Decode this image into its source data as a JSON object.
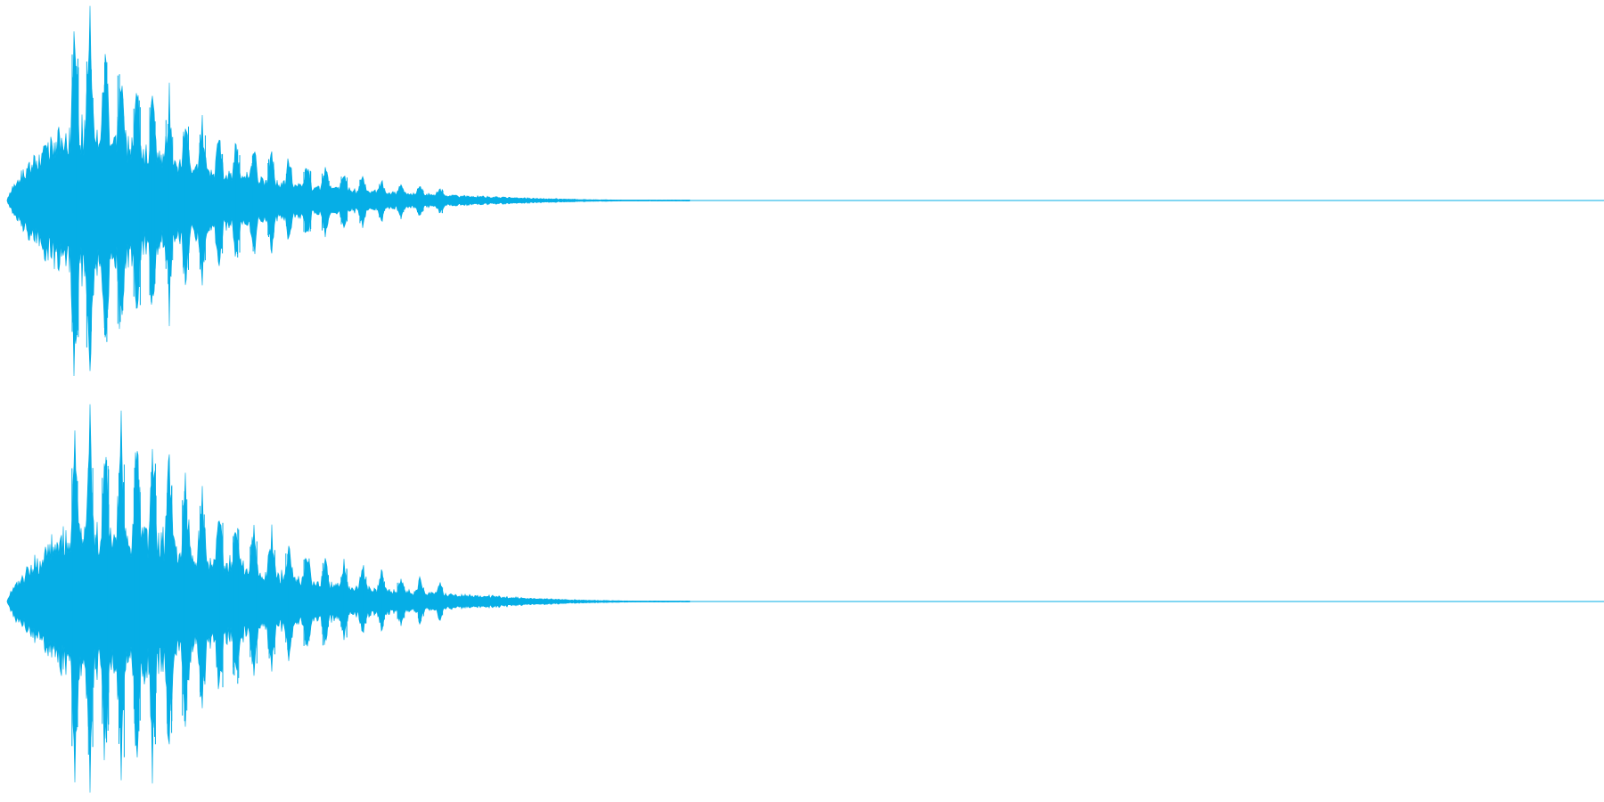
{
  "waveform": {
    "color": "#06aee6",
    "background": "#ffffff",
    "channels": [
      {
        "name": "left",
        "peak": 1.0
      },
      {
        "name": "right",
        "peak": 0.98
      }
    ],
    "shape": "decaying-pulsed-burst",
    "pulse_count": 22,
    "active_fraction": 0.43
  }
}
